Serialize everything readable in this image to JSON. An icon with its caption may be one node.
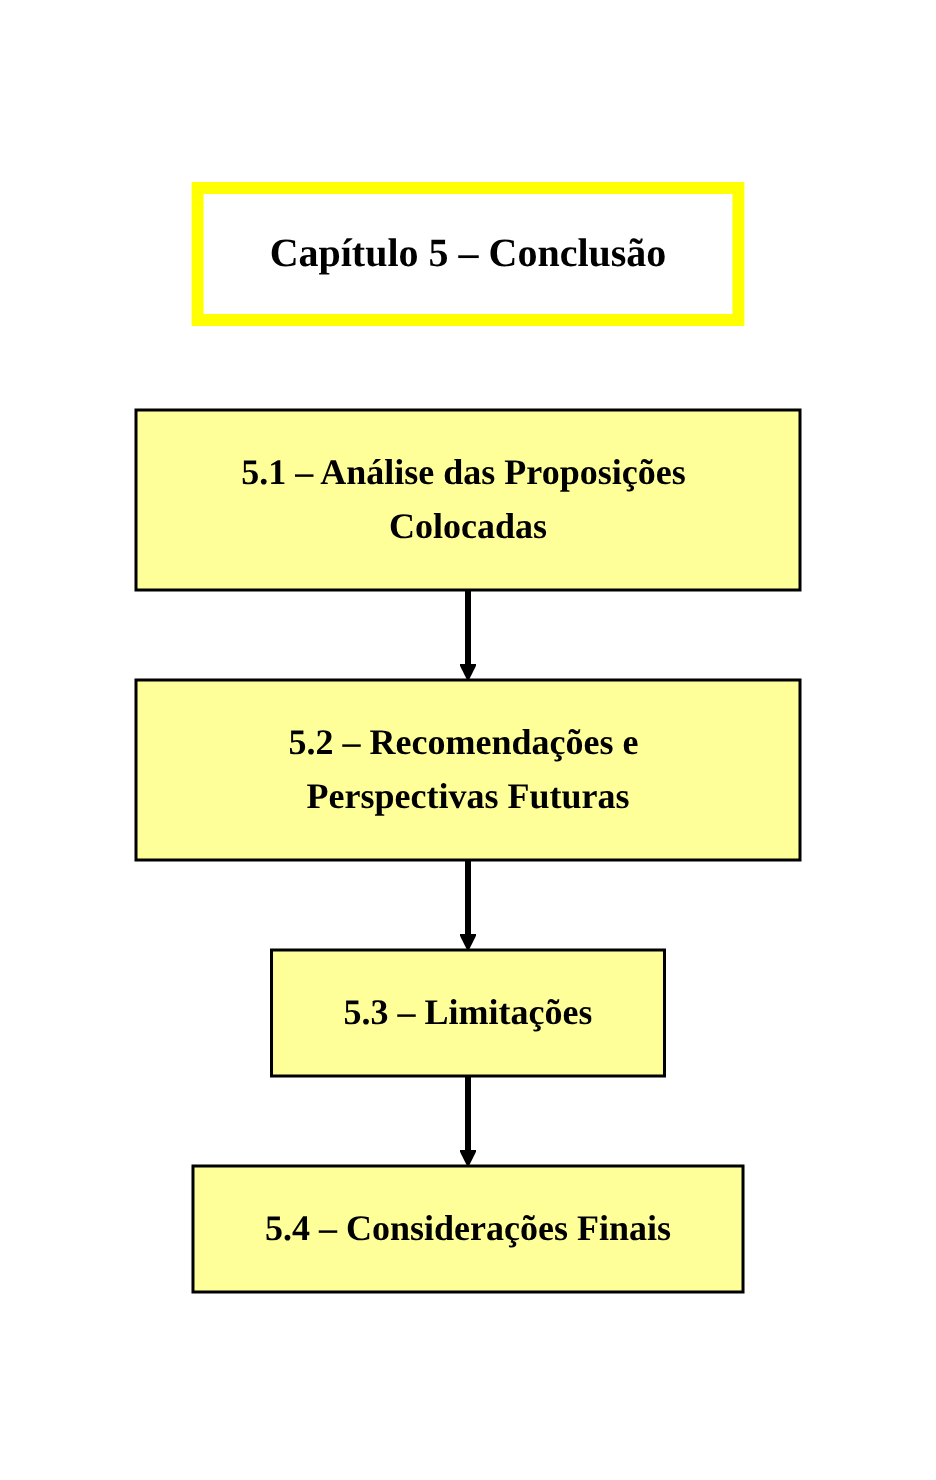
{
  "diagram": {
    "nodes": [
      {
        "text": [
          "Capítulo 5 – Conclusão"
        ]
      },
      {
        "text": [
          "5.1 – Análise das Proposições Colocadas"
        ]
      },
      {
        "text": [
          "5.2 – Recomendações e Perspectivas Futuras"
        ]
      },
      {
        "text": [
          "5.3 – Limitações"
        ]
      },
      {
        "text": [
          "5.4 – Considerações Finais"
        ]
      }
    ],
    "edges": [
      {
        "from": 1,
        "to": 2,
        "arrow": "to"
      },
      {
        "from": 2,
        "to": 3,
        "arrow": "to"
      },
      {
        "from": 3,
        "to": 4,
        "arrow": "to"
      }
    ]
  }
}
